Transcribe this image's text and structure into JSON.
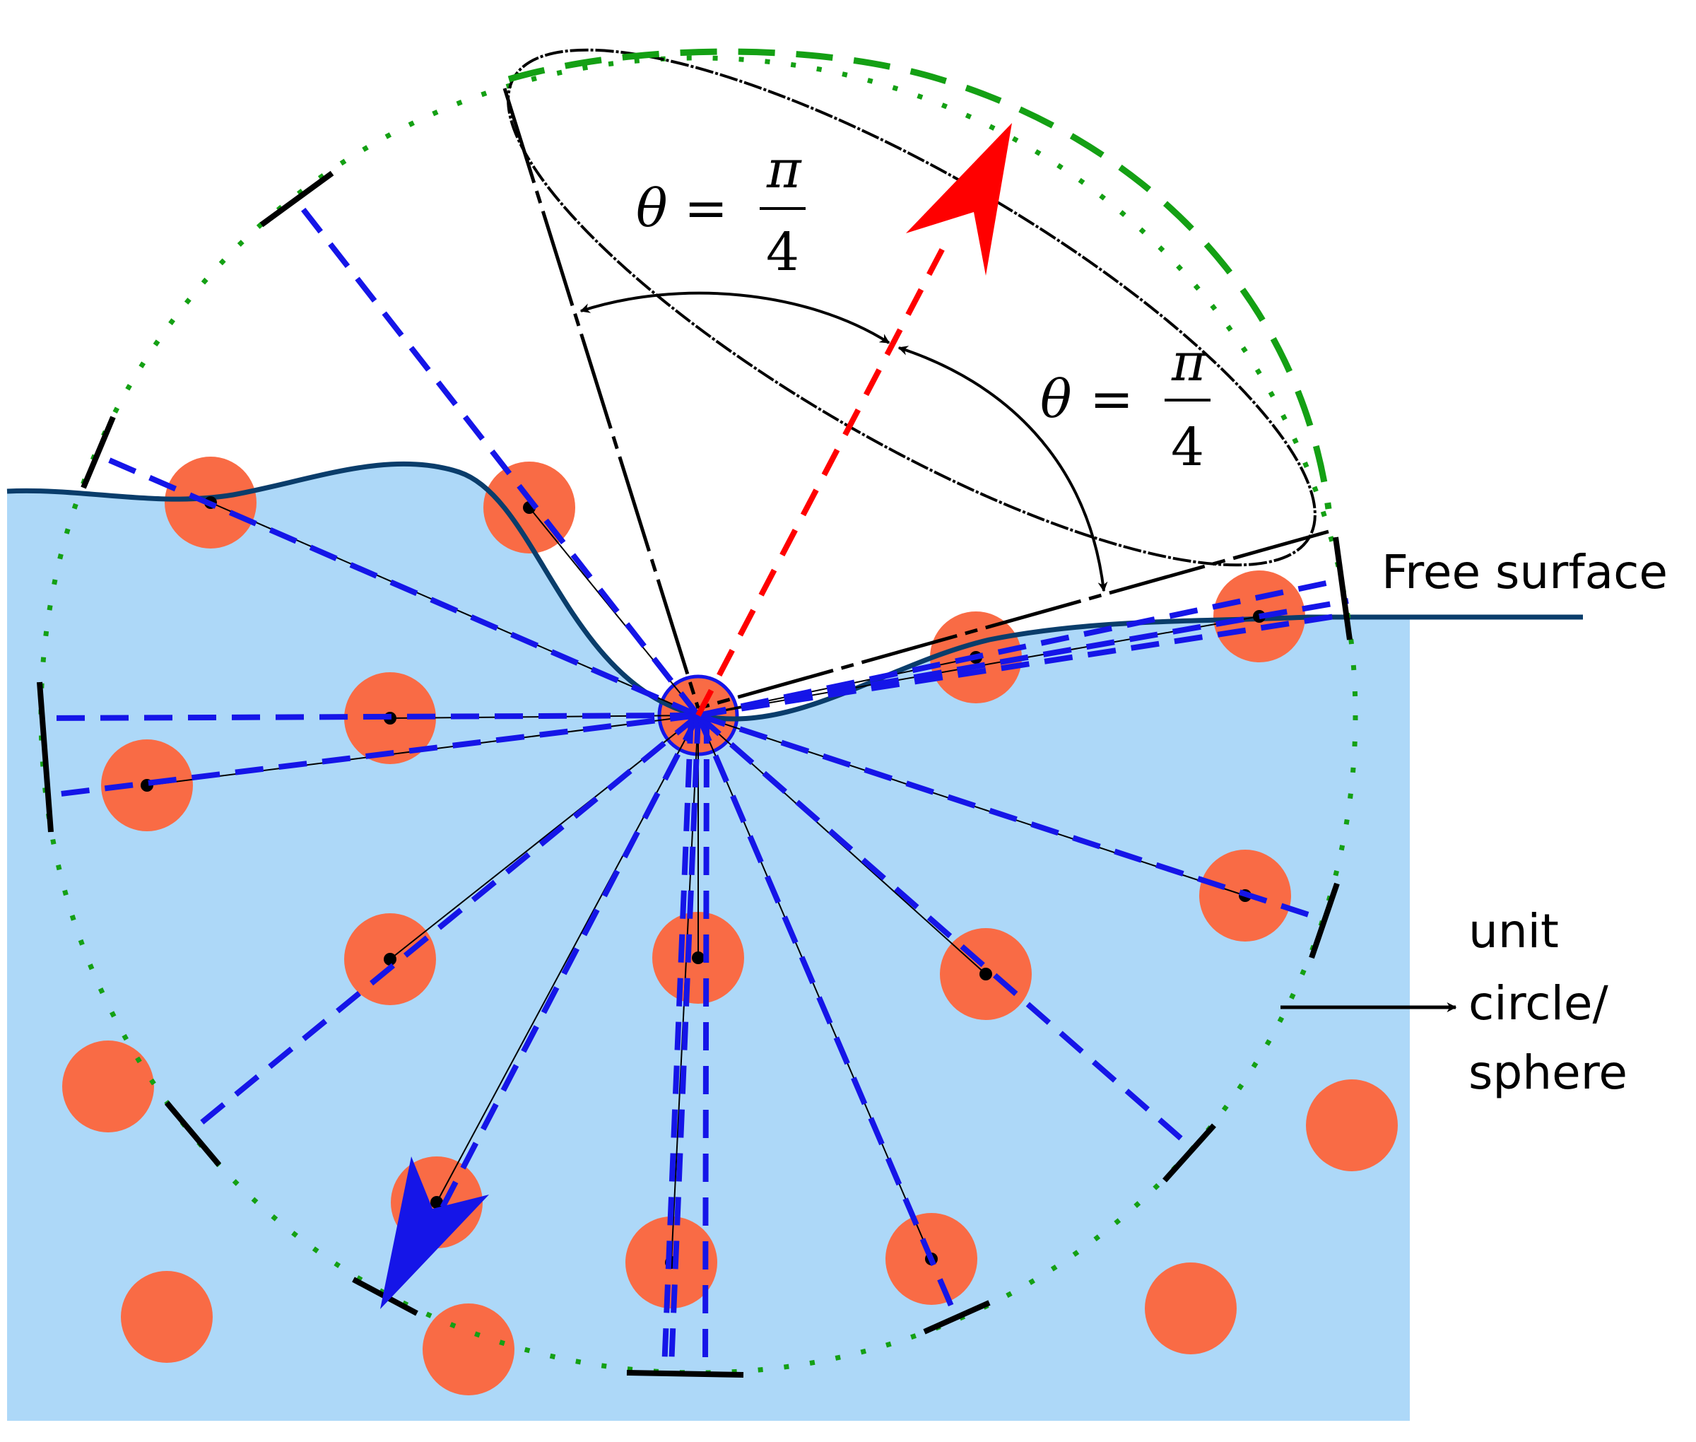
{
  "labels": {
    "free_surface": "Free surface",
    "unit_circle_line1": "unit",
    "unit_circle_line2": "circle/",
    "unit_circle_line3": "sphere",
    "theta_var": "θ",
    "theta_eq": "=",
    "theta_num": "π",
    "theta_den": "4"
  },
  "colors": {
    "water": "#add8f8",
    "particle": "#f96b45",
    "surface_line": "#0a3d6b",
    "dashed_ray": "#1515e8",
    "normal_arrow": "#ff0000",
    "cone_circle": "#14a014",
    "unit_circle": "#14a014",
    "neighbor_link": "#000000"
  },
  "icons": {
    "normal_arrow": "red-arrow-icon",
    "gradient_arrow": "blue-arrow-icon",
    "pointer_arrow": "right-arrow-icon"
  }
}
